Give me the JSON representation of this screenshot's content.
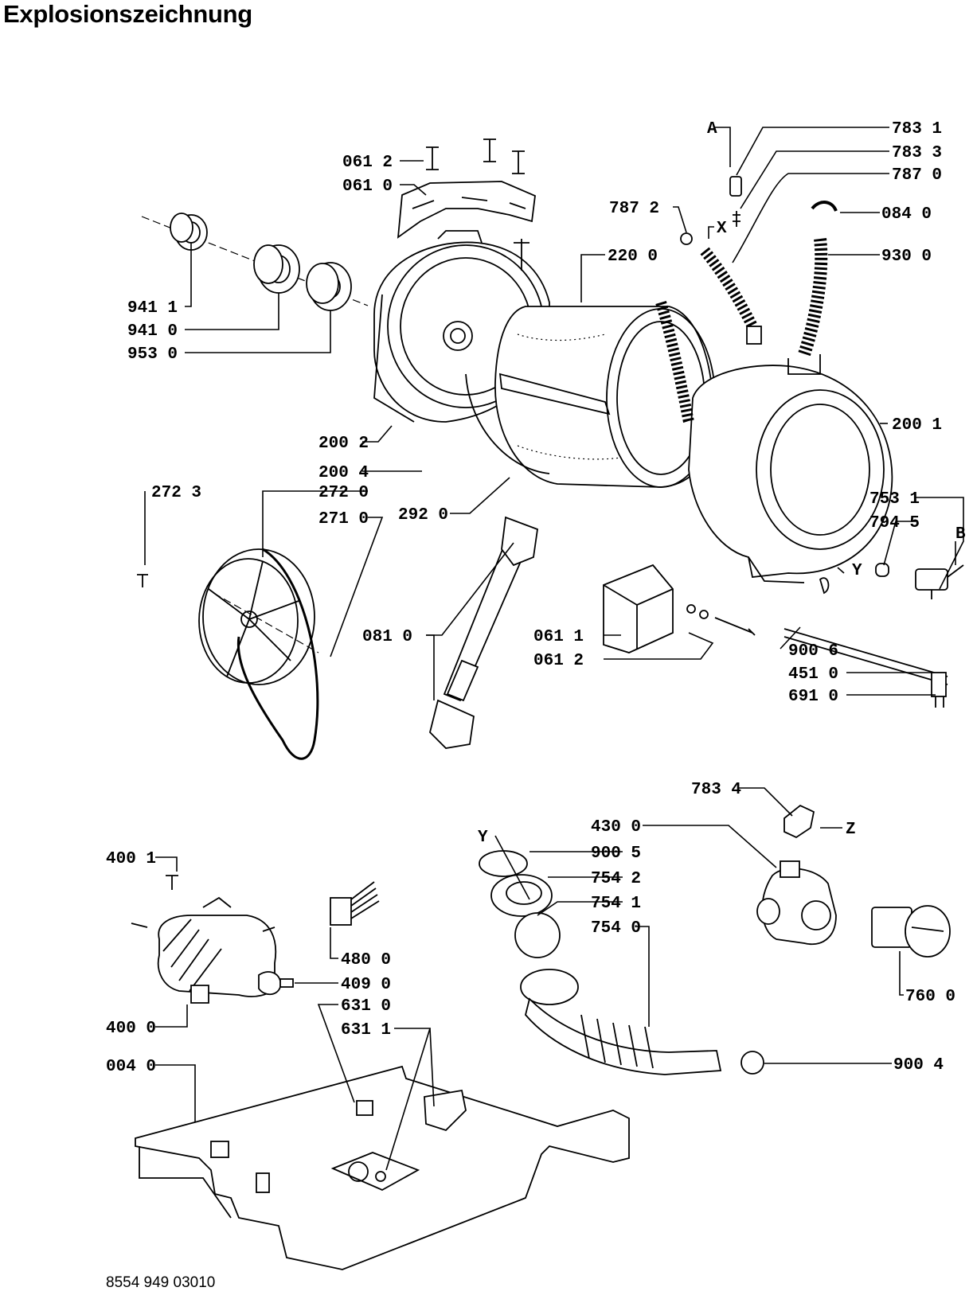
{
  "title": "Explosionszeichnung",
  "document_number": "8554 949 03010",
  "labels": {
    "p061_2_top": "061 2",
    "p061_0": "061 0",
    "p941_1": "941 1",
    "p941_0": "941 0",
    "p953_0": "953 0",
    "pA": "A",
    "p783_1": "783 1",
    "p783_3": "783 3",
    "p787_0": "787 0",
    "p787_2": "787 2",
    "pX": "X",
    "p084_0": "084 0",
    "p930_0": "930 0",
    "p220_0": "220 0",
    "p200_1": "200 1",
    "p200_2": "200 2",
    "p200_4": "200 4",
    "p292_0": "292 0",
    "p272_3": "272 3",
    "p272_0": "272 0",
    "p271_0": "271 0",
    "p753_1": "753 1",
    "p794_5": "794 5",
    "pB": "B",
    "pY_right": "Y",
    "p081_0": "081 0",
    "p061_1": "061 1",
    "p061_2_mid": "061 2",
    "p900_6": "900 6",
    "p451_0": "451 0",
    "p691_0": "691 0",
    "p783_4": "783 4",
    "pZ": "Z",
    "p430_0": "430 0",
    "pY_left": "Y",
    "p900_5": "900 5",
    "p754_2": "754 2",
    "p754_1": "754 1",
    "p754_0": "754 0",
    "p760_0": "760 0",
    "p900_4": "900 4",
    "p400_1": "400 1",
    "p480_0": "480 0",
    "p409_0": "409 0",
    "p400_0": "400 0",
    "p631_0": "631 0",
    "p631_1": "631 1",
    "p004_0": "004 0"
  }
}
